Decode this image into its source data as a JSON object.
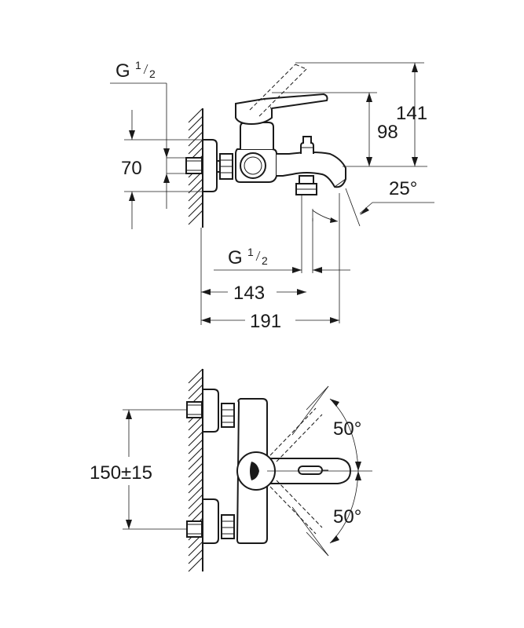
{
  "side_view": {
    "thread_top": {
      "prefix": "G",
      "num": "1",
      "den": "2"
    },
    "thread_outlet": {
      "prefix": "G",
      "num": "1",
      "den": "2"
    },
    "dim_70": "70",
    "dim_98": "98",
    "dim_141": "141",
    "angle_25": "25°",
    "dim_143": "143",
    "dim_191": "191"
  },
  "top_view": {
    "dim_150": "150±15",
    "angle_upper": "50°",
    "angle_lower": "50°"
  }
}
